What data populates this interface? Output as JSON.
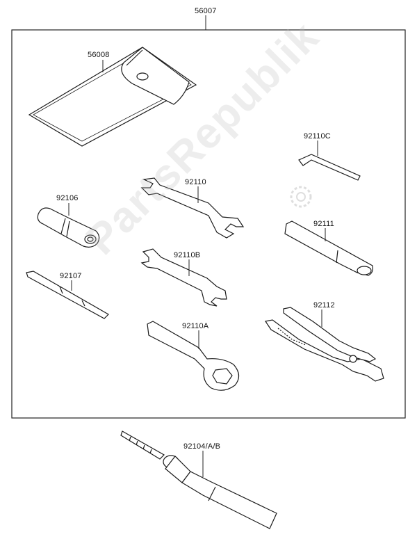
{
  "parts": {
    "kit": "56007",
    "pouch": "56008",
    "hex_key": "92110C",
    "plug_wrench": "92106",
    "open_wrench": "92110",
    "handle_bar": "92111",
    "open_wrench_b": "92110B",
    "screwdriver": "92107",
    "ring_wrench": "92110A",
    "pliers": "92112",
    "grease_tube": "92104/A/B"
  },
  "watermark": "PartsRepublik",
  "colors": {
    "line": "#1a1a1a",
    "frame": "#222222",
    "watermark": "#c8c8c8"
  }
}
